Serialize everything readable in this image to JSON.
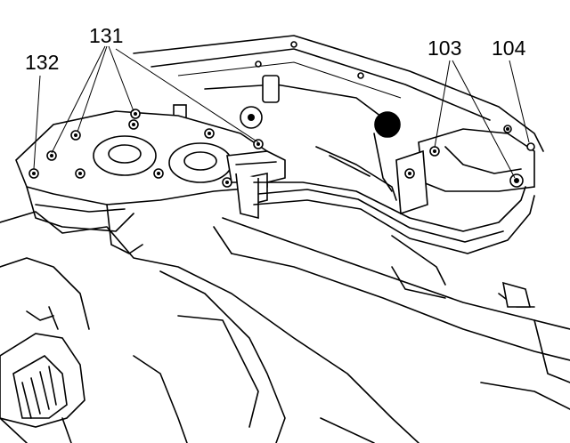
{
  "callouts": {
    "c132": "132",
    "c131": "131",
    "c103": "103",
    "c104": "104"
  }
}
